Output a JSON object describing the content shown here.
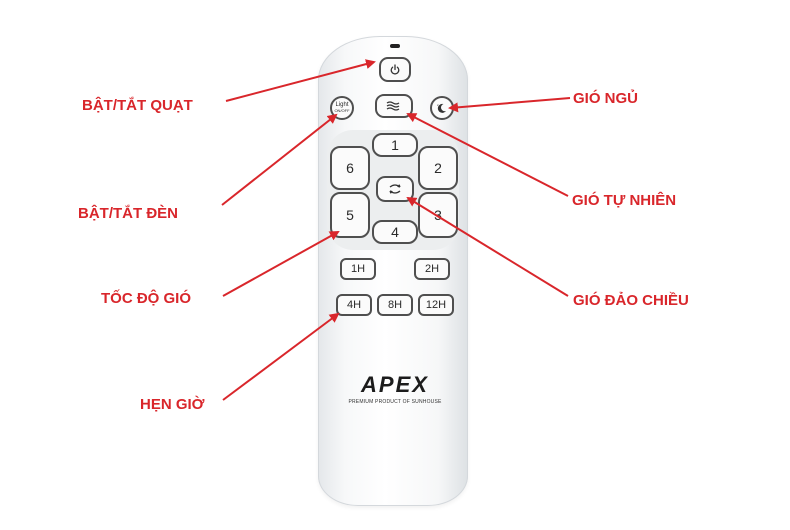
{
  "remote": {
    "buttons": {
      "power_icon": "power-icon",
      "light_line1": "Light",
      "light_line2": "ON/OFF",
      "natural_icon": "waves-icon",
      "sleep_icon": "moon-icon",
      "speed_1": "1",
      "speed_2": "2",
      "speed_3": "3",
      "speed_4": "4",
      "speed_5": "5",
      "speed_6": "6",
      "reverse_icon": "reverse-arrows-icon",
      "timer_1h": "1H",
      "timer_2h": "2H",
      "timer_4h": "4H",
      "timer_8h": "8H",
      "timer_12h": "12H"
    },
    "brand": {
      "logo": "APEX",
      "tagline": "PREMIUM PRODUCT OF SUNHOUSE"
    }
  },
  "labels": {
    "power": "BẬT/TẮT QUẠT",
    "light": "BẬT/TẮT ĐÈN",
    "speed": "TỐC ĐỘ GIÓ",
    "timer": "HẸN GIỜ",
    "sleep": "GIÓ NGỦ",
    "natural": "GIÓ TỰ NHIÊN",
    "reverse": "GIÓ ĐẢO CHIỀU"
  },
  "colors": {
    "annotation": "#d9262b",
    "button_border": "#4f4f4f",
    "remote_body": "#f7f8f9"
  }
}
